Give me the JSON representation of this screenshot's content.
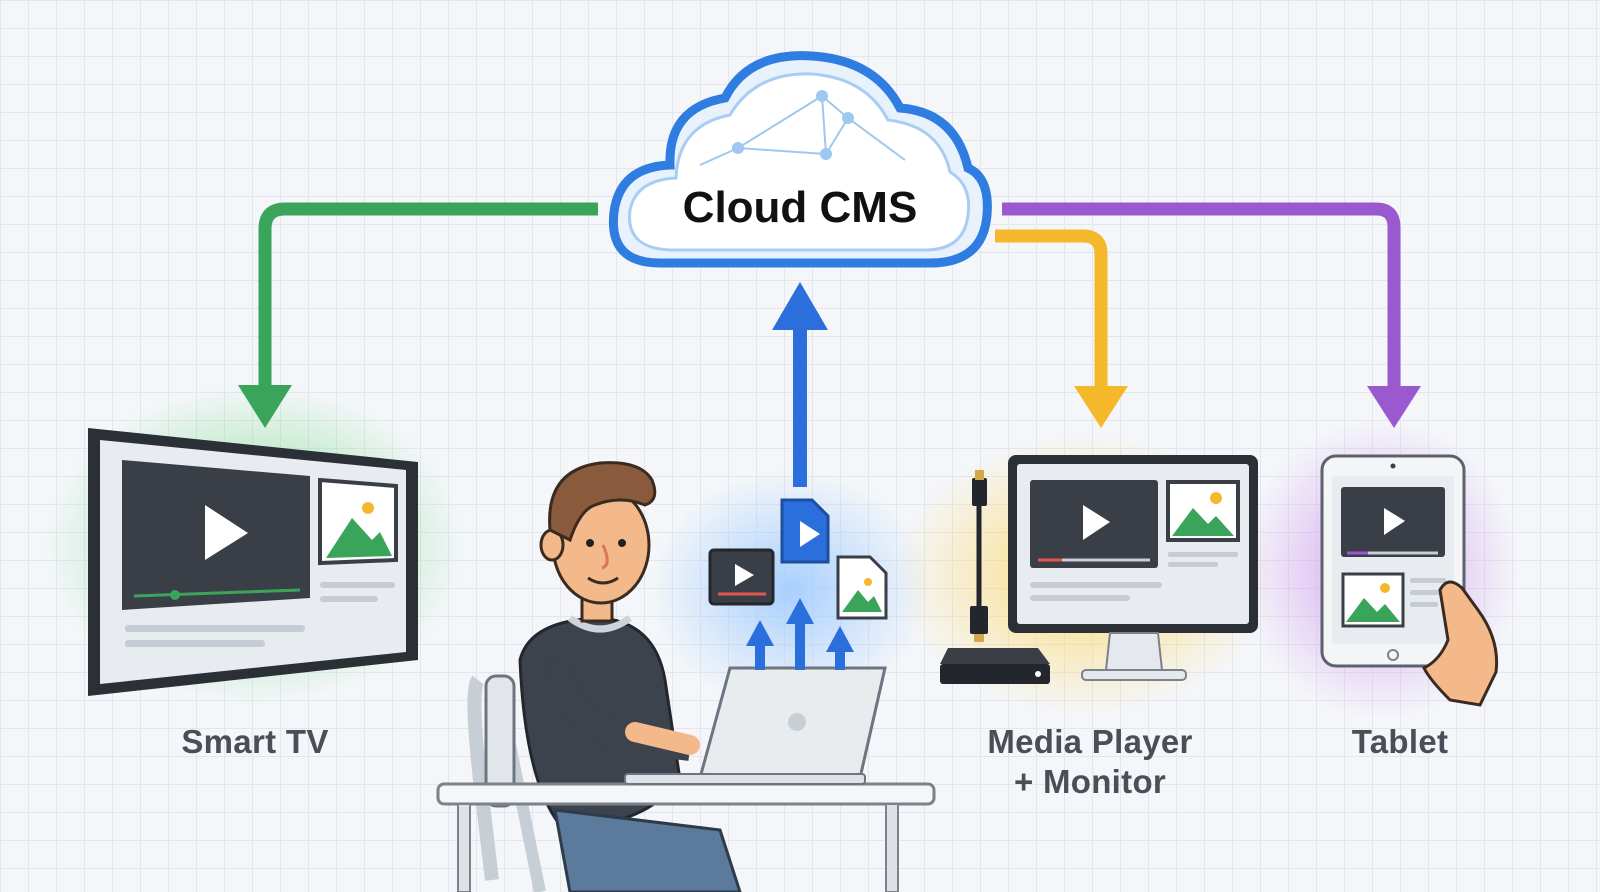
{
  "cloud": {
    "title": "Cloud CMS",
    "icon": "cloud-icon"
  },
  "devices": [
    {
      "key": "smart-tv",
      "label": "Smart TV",
      "accent": "#3aa55a",
      "icon": "tv-icon"
    },
    {
      "key": "media-player",
      "label_line1": "Media Player",
      "label_line2": "+ Monitor",
      "accent": "#f5b82b",
      "icon": "monitor-icon"
    },
    {
      "key": "tablet",
      "label": "Tablet",
      "accent": "#9b59d0",
      "icon": "tablet-icon"
    }
  ],
  "upload": {
    "accent": "#2a6fdb",
    "icons": [
      "video-file-icon",
      "video-card-icon",
      "image-file-icon",
      "up-arrow-icon"
    ]
  },
  "person": {
    "icon": "user-with-laptop-icon"
  }
}
